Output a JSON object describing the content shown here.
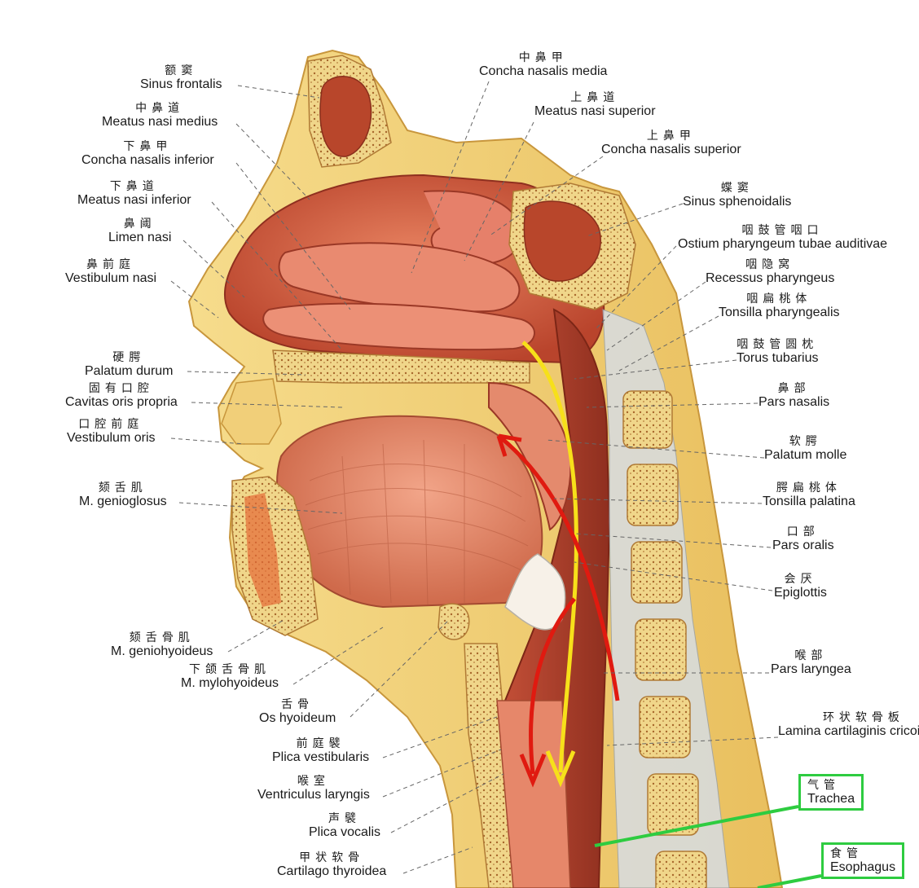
{
  "labels": {
    "sinus_frontalis": {
      "zh": "额窦",
      "la": "Sinus frontalis"
    },
    "meatus_nasi_medius": {
      "zh": "中鼻道",
      "la": "Meatus nasi medius"
    },
    "concha_nasalis_inferior": {
      "zh": "下鼻甲",
      "la": "Concha nasalis inferior"
    },
    "meatus_nasi_inferior": {
      "zh": "下鼻道",
      "la": "Meatus nasi inferior"
    },
    "limen_nasi": {
      "zh": "鼻阈",
      "la": "Limen nasi"
    },
    "vestibulum_nasi": {
      "zh": "鼻前庭",
      "la": "Vestibulum nasi"
    },
    "palatum_durum": {
      "zh": "硬腭",
      "la": "Palatum durum"
    },
    "cavitas_oris_propria": {
      "zh": "固有口腔",
      "la": "Cavitas oris propria"
    },
    "vestibulum_oris": {
      "zh": "口腔前庭",
      "la": "Vestibulum oris"
    },
    "m_genioglossus": {
      "zh": "颏舌肌",
      "la": "M. genioglosus"
    },
    "m_geniohyoideus": {
      "zh": "颏舌骨肌",
      "la": "M. geniohyoideus"
    },
    "m_mylohyoideus": {
      "zh": "下颌舌骨肌",
      "la": "M. mylohyoideus"
    },
    "os_hyoideum": {
      "zh": "舌骨",
      "la": "Os hyoideum"
    },
    "plica_vestibularis": {
      "zh": "前庭襞",
      "la": "Plica vestibularis"
    },
    "ventriculus_laryngis": {
      "zh": "喉室",
      "la": "Ventriculus laryngis"
    },
    "plica_vocalis": {
      "zh": "声襞",
      "la": "Plica vocalis"
    },
    "cartilago_thyroidea": {
      "zh": "甲状软骨",
      "la": "Cartilago thyroidea"
    },
    "concha_nasalis_media": {
      "zh": "中鼻甲",
      "la": "Concha nasalis media"
    },
    "meatus_nasi_superior": {
      "zh": "上鼻道",
      "la": "Meatus nasi superior"
    },
    "concha_nasalis_superior": {
      "zh": "上鼻甲",
      "la": "Concha nasalis superior"
    },
    "sinus_sphenoidalis": {
      "zh": "蝶窦",
      "la": "Sinus sphenoidalis"
    },
    "ostium_pharyngeum": {
      "zh": "咽鼓管咽口",
      "la": "Ostium pharyngeum tubae auditivae"
    },
    "recessus_pharyngeus": {
      "zh": "咽隐窝",
      "la": "Recessus pharyngeus"
    },
    "tonsilla_pharyngealis": {
      "zh": "咽扁桃体",
      "la": "Tonsilla pharyngealis"
    },
    "torus_tubarius": {
      "zh": "咽鼓管圆枕",
      "la": "Torus tubarius"
    },
    "pars_nasalis": {
      "zh": "鼻部",
      "la": "Pars nasalis"
    },
    "palatum_molle": {
      "zh": "软腭",
      "la": "Palatum molle"
    },
    "tonsilla_palatina": {
      "zh": "腭扁桃体",
      "la": "Tonsilla palatina"
    },
    "pars_oralis": {
      "zh": "口部",
      "la": "Pars oralis"
    },
    "epiglottis": {
      "zh": "会厌",
      "la": "Epiglottis"
    },
    "pars_laryngea": {
      "zh": "喉部",
      "la": "Pars laryngea"
    },
    "lamina_cartilaginis": {
      "zh": "环状软骨板",
      "la": "Lamina cartilaginis cricoideae"
    },
    "trachea": {
      "zh": "气管",
      "la": "Trachea"
    },
    "esophagus": {
      "zh": "食管",
      "la": "Esophagus"
    }
  },
  "colors": {
    "skin": "#f3d27a",
    "tissue": "#d9643f",
    "tissue_dark": "#b2402a",
    "bone": "#f0d890",
    "airflow_arrow": "#f7e01a",
    "food_arrow": "#e01a10",
    "highlight_box": "#2ecc40"
  }
}
